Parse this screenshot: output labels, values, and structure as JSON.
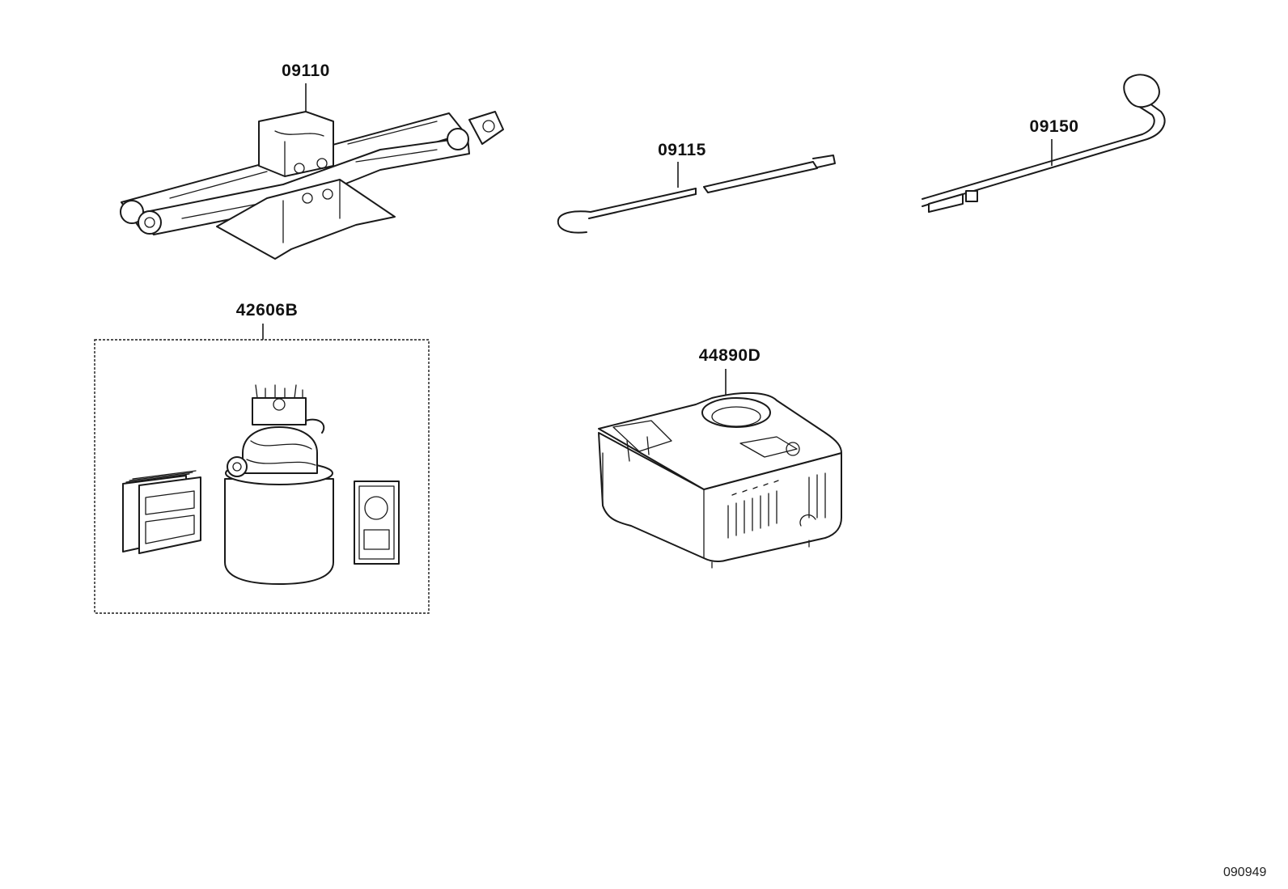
{
  "diagram": {
    "parts": [
      {
        "id": "jack",
        "number": "09110"
      },
      {
        "id": "jack-handle",
        "number": "09115"
      },
      {
        "id": "lug-wrench",
        "number": "09150"
      },
      {
        "id": "repair-kit",
        "number": "42606B"
      },
      {
        "id": "compressor",
        "number": "44890D"
      }
    ],
    "figure_number": "090949"
  },
  "colors": {
    "line": "#1a1a1a",
    "background": "#ffffff"
  }
}
